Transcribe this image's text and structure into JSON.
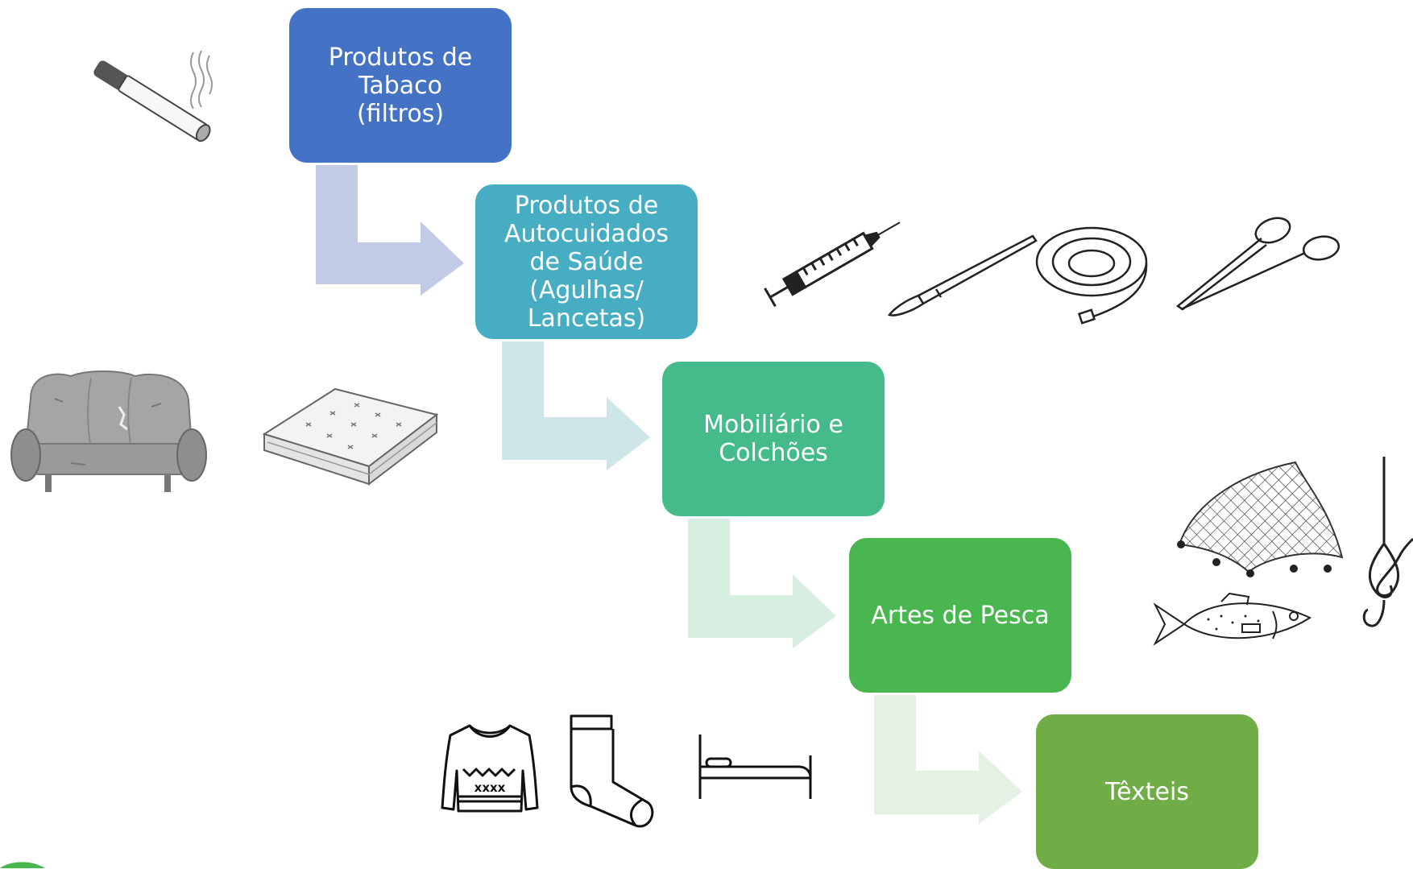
{
  "diagram": {
    "steps": [
      {
        "label": "Produtos de\nTabaco\n(filtros)",
        "color": "#4472c4"
      },
      {
        "label": "Produtos de\nAutocuidados\nde Saúde\n(Agulhas/\nLancetas)",
        "color": "#46adc2"
      },
      {
        "label": "Mobiliário e\nColchões",
        "color": "#45bb8b"
      },
      {
        "label": "Artes de Pesca",
        "color": "#4ab64f"
      },
      {
        "label": "Têxteis",
        "color": "#70ad47"
      }
    ],
    "arrow_colors": [
      "#c2cbe6",
      "#cfe6e9",
      "#d8eee0",
      "#e6f1e6"
    ],
    "icons": [
      "cigarette-icon",
      "syringe-icon",
      "scalpel-icon",
      "catheter-icon",
      "forceps-icon",
      "sofa-icon",
      "mattress-icon",
      "fishing-net-icon",
      "fish-icon",
      "fishing-hook-icon",
      "sweater-icon",
      "sock-icon",
      "bed-icon"
    ]
  }
}
